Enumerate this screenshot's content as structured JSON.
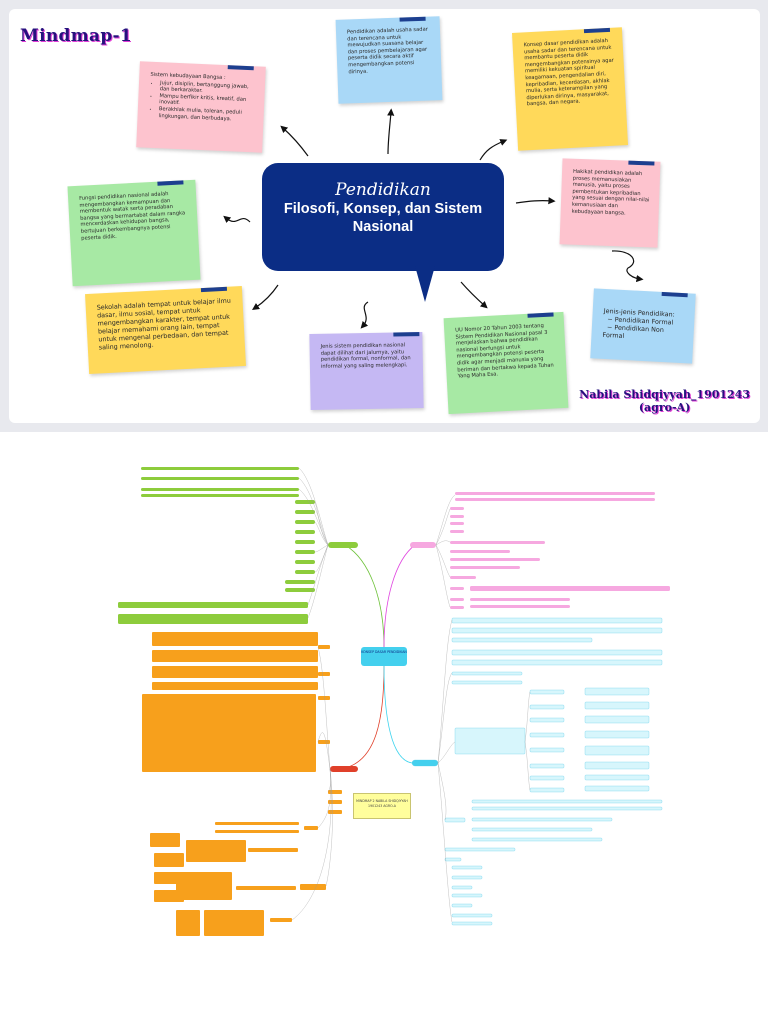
{
  "header": {
    "title": "Mindmap-1",
    "center_script": "Pendidikan",
    "center_main": "Filosofi, Konsep, dan Sistem Nasional",
    "author_line1": "Nabila Shidqiyyah_1901243",
    "author_line2": "(agro-A)"
  },
  "notes": {
    "tujuan": {
      "intro": "Sistem kebudayaan Bangsa :",
      "items": [
        "Jujur, disiplin, bertanggung jawab, dan berkarakter.",
        "Mampu berfikir kritis, kreatif, dan inovatif.",
        "Berakhlak mulia, toleran, peduli lingkungan, dan berbudaya."
      ]
    },
    "filosofi": "Pendidikan adalah usaha sadar dan terencana untuk mewujudkan suasana belajar dan proses pembelajaran agar peserta didik secara aktif mengembangkan potensi dirinya.",
    "konsep": "Konsep dasar pendidikan adalah usaha sadar dan terencana untuk membantu peserta didik mengembangkan potensinya agar memiliki kekuatan spiritual keagamaan, pengendalian diri, kepribadian, kecerdasan, akhlak mulia, serta keterampilan yang diperlukan dirinya, masyarakat, bangsa, dan negara.",
    "hakikat": "Hakikat pendidikan adalah proses memanusiakan manusia, yaitu proses pembentukan kepribadian yang sesuai dengan nilai-nilai kemanusiaan dan kebudayaan bangsa.",
    "fungsi": "Fungsi pendidikan nasional adalah mengembangkan kemampuan dan membentuk watak serta peradaban bangsa yang bermartabat dalam rangka mencerdaskan kehidupan bangsa, bertujuan berkembangnya potensi peserta didik.",
    "sekolah": "Sekolah adalah tempat untuk belajar ilmu dasar, ilmu sosial, tempat untuk mengembangkan karakter, tempat untuk belajar memahami orang lain, tempat untuk mengenal perbedaan, dan tempat saling menolong.",
    "jenis_sistem": "Jenis sistem pendidikan nasional dapat dilihat dari jalurnya, yaitu pendidikan formal, nonformal, dan informal yang saling melengkapi.",
    "uu": "UU Nomor 20 Tahun 2003 tentang Sistem Pendidikan Nasional pasal 3 menjelaskan bahwa pendidikan nasional berfungsi untuk mengembangkan potensi peserta didik agar menjadi manusia yang beriman dan bertakwa kepada Tuhan Yang Maha Esa.",
    "jalur": {
      "intro": "Jenis-jenis Pendidikan:",
      "items": [
        "Pendidikan Formal",
        "Pendidikan Non Formal"
      ]
    }
  },
  "mindmap": {
    "center_label": "KONSEP DASAR PENDIDIKAN",
    "caption": "MINDMAP 2 NABILA SHIDQIYYAH 1901243 AGRO-A"
  },
  "colors": {
    "blue_note": "#a9d8f7",
    "yellow_note": "#ffd95a",
    "pink_note": "#fdc3ce",
    "green_note": "#a7e9a4",
    "purple_note": "#c5b8f3",
    "center": "#0b2d85",
    "tape": "#1d3f8f"
  }
}
